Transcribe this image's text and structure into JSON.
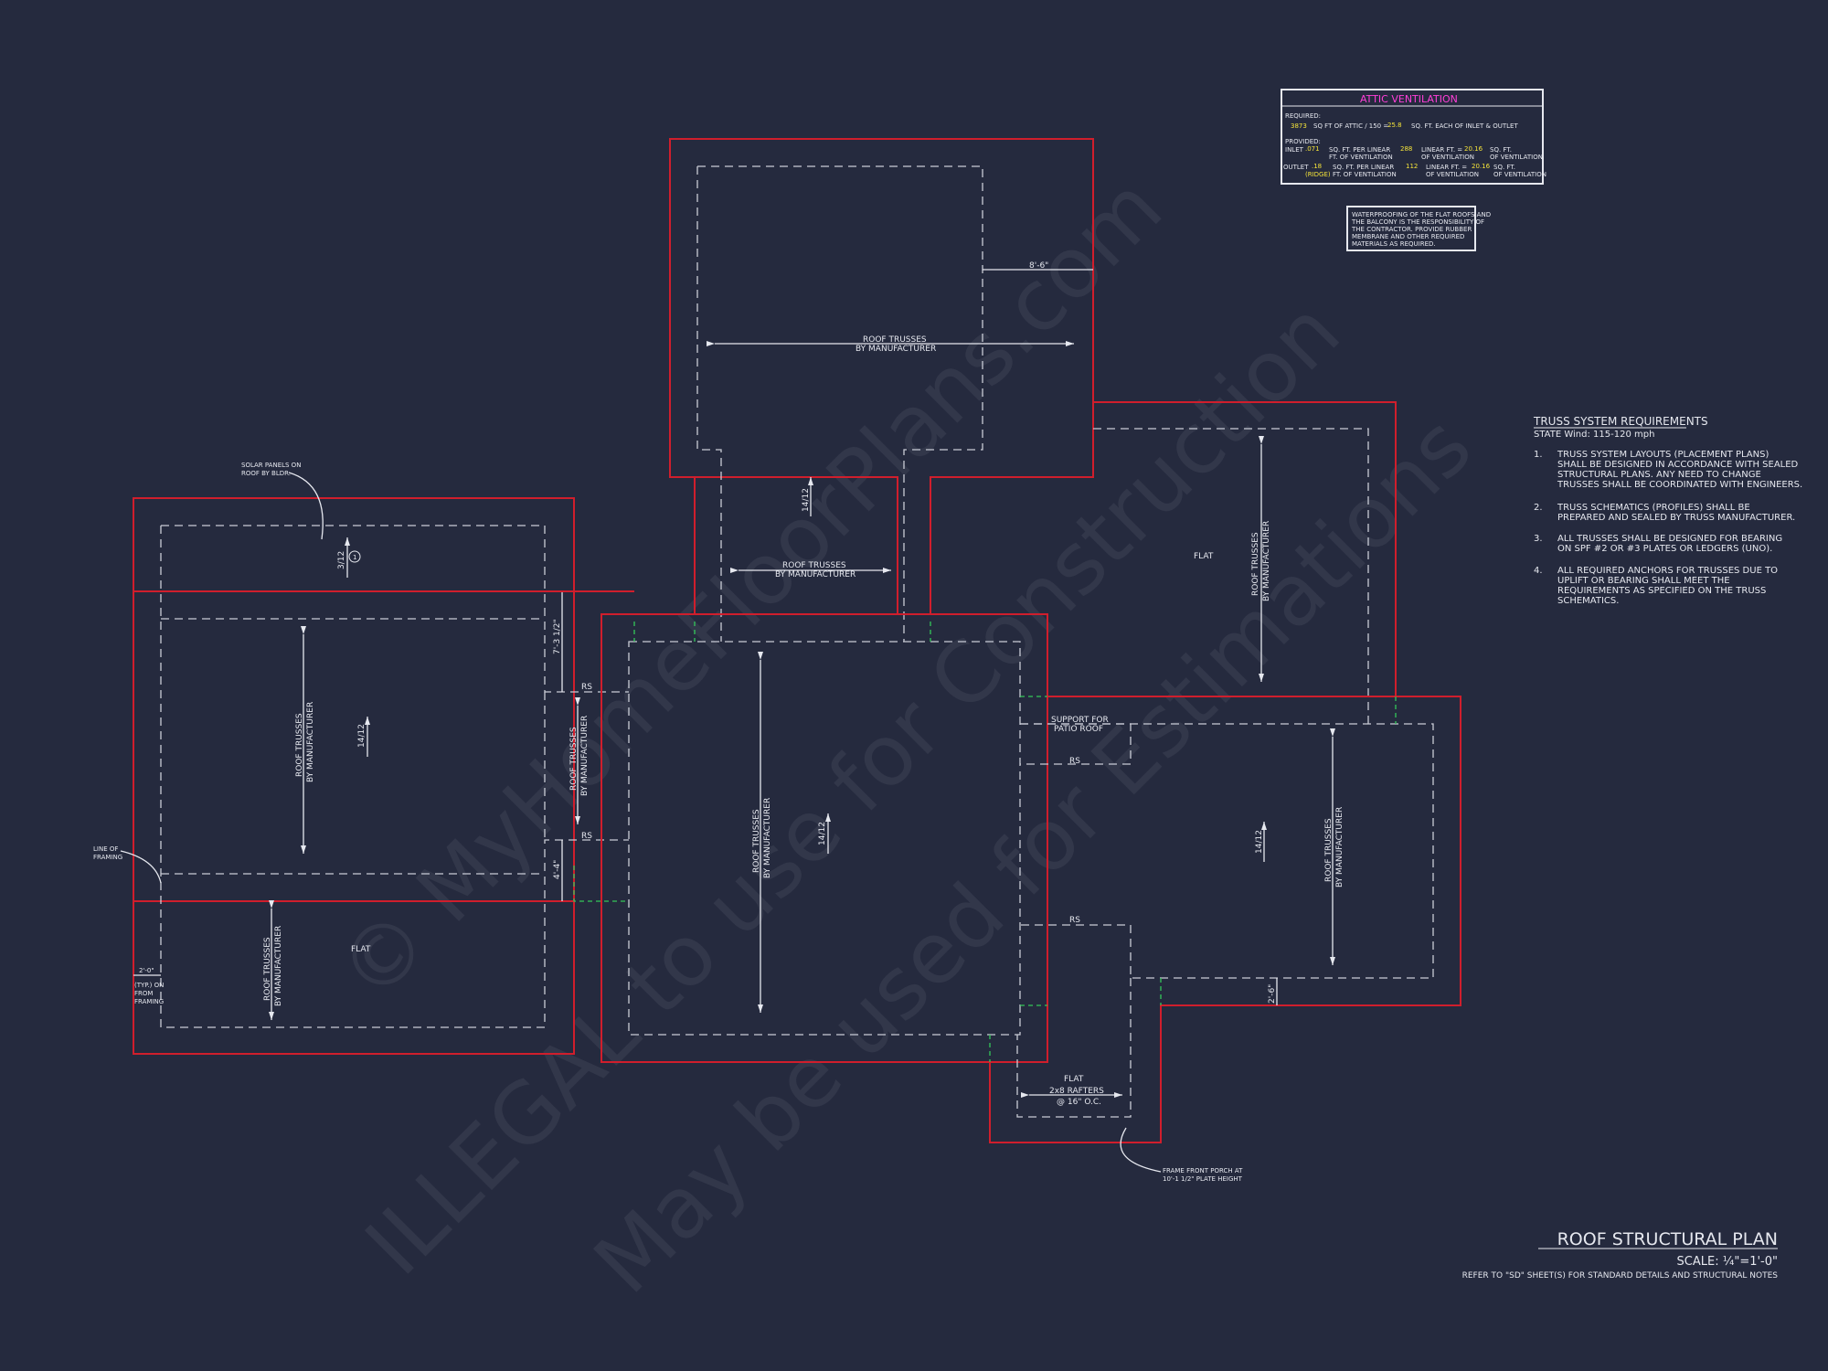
{
  "drawing": {
    "title": "ROOF STRUCTURAL PLAN",
    "scale": "SCALE: ¼\"=1'-0\"",
    "refer_note": "REFER TO \"SD\" SHEET(S) FOR STANDARD DETAILS AND STRUCTURAL NOTES"
  },
  "watermark": {
    "line1": "© MyHomeFloorPlans.com",
    "line2": "ILLEGAL to use for Construction",
    "line3": "May be used for Estimations"
  },
  "attic_ventilation": {
    "title": "ATTIC VENTILATION",
    "required_label": "REQUIRED:",
    "required_sqft": "3873",
    "required_text_a": "SQ FT OF ATTIC / 150 =",
    "required_result": "25.8",
    "required_text_b": "SQ. FT. EACH OF INLET & OUTLET",
    "provided_label": "PROVIDED:",
    "inlet_label": "INLET",
    "inlet_value": ".071",
    "inlet_text_a": "SQ. FT. PER LINEAR",
    "inlet_text_b": "FT. OF VENTILATION",
    "inlet_linear": "288",
    "inlet_linear_text_a": "LINEAR FT. =",
    "inlet_linear_text_b": "OF VENTILATION",
    "inlet_total": "20.16",
    "inlet_total_text_a": "SQ. FT.",
    "inlet_total_text_b": "OF VENTILATION",
    "outlet_label": "OUTLET",
    "outlet_value": ".18",
    "outlet_note": "(RIDGE)",
    "outlet_text_a": "SQ. FT. PER LINEAR",
    "outlet_text_b": "FT. OF VENTILATION",
    "outlet_linear": "112",
    "outlet_linear_text_a": "LINEAR FT. =",
    "outlet_linear_text_b": "OF VENTILATION",
    "outlet_total": "20.16",
    "outlet_total_text_a": "SQ. FT.",
    "outlet_total_text_b": "OF VENTILATION"
  },
  "waterproofing_note": [
    "WATERPROOFING OF THE FLAT ROOFS AND",
    "THE BALCONY IS THE RESPONSIBILITY OF",
    "THE CONTRACTOR. PROVIDE RUBBER",
    "MEMBRANE AND OTHER REQUIRED",
    "MATERIALS AS REQUIRED."
  ],
  "truss_requirements": {
    "title": "TRUSS SYSTEM REQUIREMENTS",
    "wind": "STATE Wind: 115-120 mph",
    "items": [
      {
        "num": "1.",
        "lines": [
          "TRUSS SYSTEM LAYOUTS (PLACEMENT PLANS)",
          "SHALL BE DESIGNED IN ACCORDANCE WITH SEALED",
          "STRUCTURAL PLANS. ANY NEED TO  CHANGE",
          "TRUSSES SHALL BE COORDINATED  WITH  ENGINEERS."
        ]
      },
      {
        "num": "2.",
        "lines": [
          "TRUSS SCHEMATICS (PROFILES) SHALL BE",
          "PREPARED AND SEALED BY TRUSS  MANUFACTURER."
        ]
      },
      {
        "num": "3.",
        "lines": [
          "ALL TRUSSES SHALL BE DESIGNED FOR  BEARING",
          "ON SPF #2 OR #3 PLATES OR LEDGERS  (UNO)."
        ]
      },
      {
        "num": "4.",
        "lines": [
          "ALL REQUIRED ANCHORS FOR TRUSSES DUE  TO",
          "UPLIFT OR BEARING SHALL MEET THE",
          "REQUIREMENTS AS SPECIFIED ON THE TRUSS",
          "SCHEMATICS."
        ]
      }
    ]
  },
  "labels": {
    "roof_trusses": "ROOF TRUSSES",
    "by_manufacturer": "BY MANUFACTURER",
    "flat": "FLAT",
    "rs": "RS",
    "pitch_1412": "14/12",
    "pitch_312": "3/12",
    "dim_86": "8'-6\"",
    "dim_7310": "7'-3 1/2\"",
    "dim_44": "4'-4\"",
    "dim_20": "2'-0\"",
    "dim_2_6": "2'-6\"",
    "solar_1": "SOLAR PANELS ON",
    "solar_2": "ROOF BY BLDR.",
    "line_of_1": "LINE OF",
    "line_of_2": "FRAMING",
    "typ_1": "(TYP.) ON",
    "typ_2": "FROM",
    "typ_3": "FRAMING",
    "support_1": "SUPPORT FOR",
    "support_2": "PATIO ROOF",
    "rafters_1": "2x8 RAFTERS",
    "rafters_2": "@ 16\" O.C.",
    "porch_1": "FRAME FRONT PORCH AT",
    "porch_2": "10'-1 1/2\" PLATE HEIGHT",
    "circle_1": "1"
  }
}
